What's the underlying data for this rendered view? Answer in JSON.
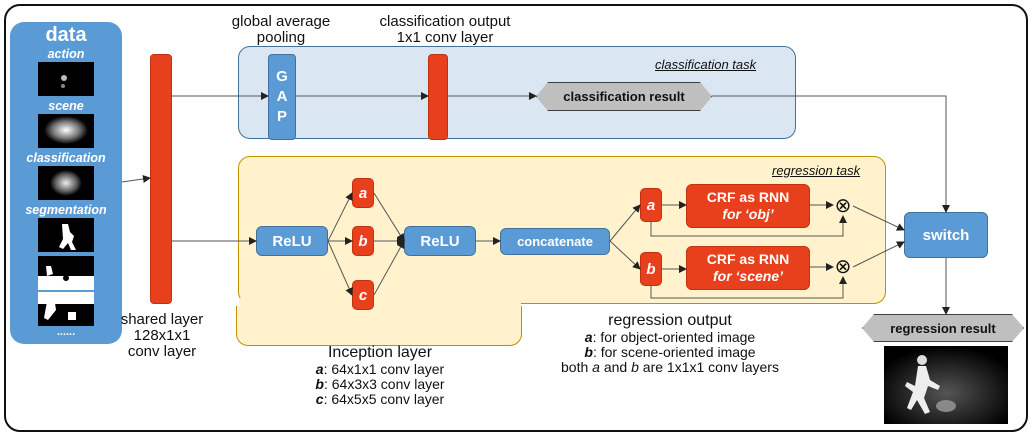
{
  "data_panel": {
    "title": "data",
    "labels": [
      "action",
      "scene",
      "classification",
      "segmentation"
    ],
    "more": "......"
  },
  "top_labels": {
    "gap_line1": "global average",
    "gap_line2": "pooling",
    "cls_out_line1": "classification output",
    "cls_out_line2": "1x1 conv layer"
  },
  "classification_task": {
    "label": "classification task",
    "gap_letters": [
      "G",
      "A",
      "P"
    ],
    "result": "classification result"
  },
  "regression_task": {
    "label": "regression task",
    "relu1": "ReLU",
    "branches": [
      "a",
      "b",
      "c"
    ],
    "relu2": "ReLU",
    "concatenate": "concatenate",
    "out_branches": [
      "a",
      "b"
    ],
    "crf_obj_line1": "CRF as RNN",
    "crf_obj_line2": "for ‘obj’",
    "crf_scene_line1": "CRF as RNN",
    "crf_scene_line2": "for ‘scene’",
    "multiply_symbol": "⊗"
  },
  "switch": "switch",
  "regression_result": "regression result",
  "shared_layer": {
    "line1": "shared layer",
    "line2": "128x1x1",
    "line3": "conv layer"
  },
  "inception": {
    "title": "Inception layer",
    "items": [
      {
        "key": "a",
        "text": ": 64x1x1 conv layer"
      },
      {
        "key": "b",
        "text": ": 64x3x3 conv layer"
      },
      {
        "key": "c",
        "text": ": 64x5x5 conv layer"
      }
    ]
  },
  "regression_output": {
    "title": "regression output",
    "items": [
      {
        "key": "a",
        "text": ": for object-oriented image"
      },
      {
        "key": "b",
        "text": ": for scene-oriented image"
      }
    ],
    "both_prefix": "both ",
    "both_a": "a",
    "both_and": " and ",
    "both_b": "b",
    "both_suffix": " are 1x1x1 conv layers"
  },
  "colors": {
    "blue": "#5b9bd5",
    "red": "#e8401c",
    "cls_bg": "#dbe6f3",
    "reg_bg": "#fff2cc",
    "gray": "#bfbfbf"
  }
}
